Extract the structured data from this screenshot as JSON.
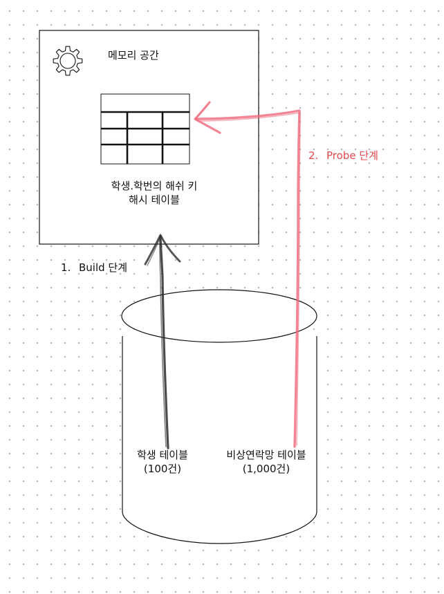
{
  "memory": {
    "title": "메모리 공간",
    "hash_line1": "학생.학번의 해쉬 키",
    "hash_line2": "해시 테이블"
  },
  "steps": [
    {
      "number": "1.",
      "label": "Build 단계"
    },
    {
      "number": "2.",
      "label": "Probe 단계"
    }
  ],
  "database": {
    "tables": [
      {
        "name": "학생 테이블",
        "count": "(100건)"
      },
      {
        "name": "비상연락망 테이블",
        "count": "(1,000건)"
      }
    ]
  },
  "colors": {
    "stroke": "#111111",
    "build_arrow": "#2b2b2b",
    "probe_arrow": "#f0677a",
    "probe_text": "#e5484d",
    "dot_grid": "#b9b9b9"
  }
}
